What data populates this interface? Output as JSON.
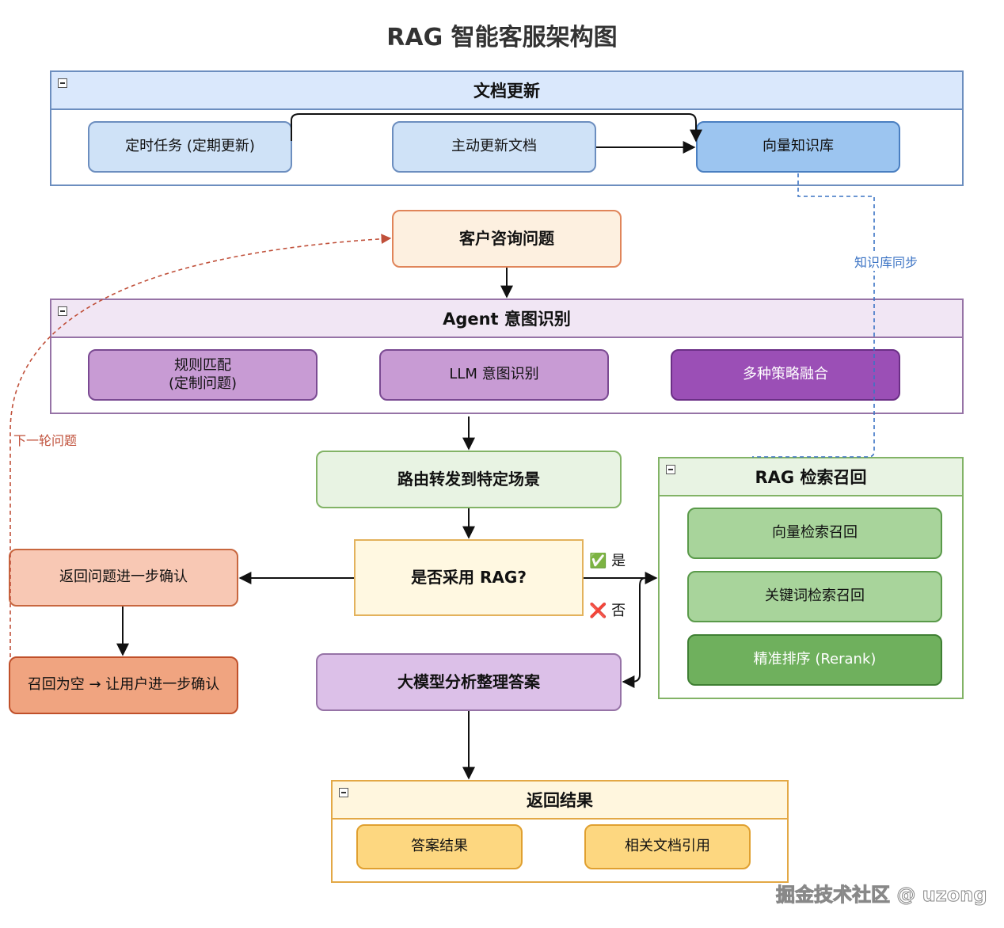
{
  "title": "RAG 智能客服架构图",
  "groups": {
    "doc_update": "文档更新",
    "agent": "Agent 意图识别",
    "rag": "RAG 检索召回",
    "result": "返回结果"
  },
  "nodes": {
    "scheduled": "定时任务 (定期更新)",
    "active_update": "主动更新文档",
    "vector_kb": "向量知识库",
    "customer_query": "客户咨询问题",
    "rule_match_l1": "规则匹配",
    "rule_match_l2": "(定制问题)",
    "llm_intent": "LLM 意图识别",
    "multi_strategy": "多种策略融合",
    "route": "路由转发到特定场景",
    "use_rag": "是否采用 RAG?",
    "vector_recall": "向量检索召回",
    "keyword_recall": "关键词检索召回",
    "rerank": "精准排序 (Rerank)",
    "return_confirm": "返回问题进一步确认",
    "empty_recall": "召回为空 → 让用户进一步确认",
    "llm_answer": "大模型分析整理答案",
    "answer_result": "答案结果",
    "doc_citation": "相关文档引用"
  },
  "edge_labels": {
    "kb_sync": "知识库同步",
    "next_round": "下一轮问题",
    "yes": "是",
    "no": "否",
    "yes_icon": "✅",
    "no_icon": "❌"
  },
  "watermark": "掘金技术社区 @ uzong",
  "colors": {
    "blue_group": "#6c8ebf",
    "purple_group": "#9673a6",
    "green_group": "#82b366",
    "orange_group": "#d79b00",
    "sync_line": "#3b73c4",
    "loop_line": "#c0503a"
  }
}
